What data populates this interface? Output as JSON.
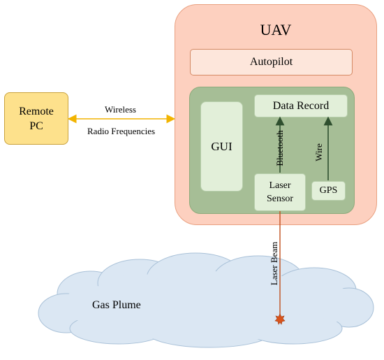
{
  "uav": {
    "title": "UAV"
  },
  "autopilot": {
    "label": "Autopilot"
  },
  "gui": {
    "label": "GUI"
  },
  "data_record": {
    "label": "Data Record"
  },
  "laser_sensor": {
    "line1": "Laser",
    "line2": "Sensor"
  },
  "gps": {
    "label": "GPS"
  },
  "remote_pc": {
    "line1": "Remote",
    "line2": "PC"
  },
  "links": {
    "wireless": "Wireless",
    "radio": "Radio Frequencies",
    "bluetooth": "Bluetooth",
    "wire": "Wire",
    "laser_beam": "Laser Beam"
  },
  "gas_plume": {
    "label": "Gas Plume"
  },
  "colors": {
    "uav_fill": "#fdd0bf",
    "inner_fill": "#a6be96",
    "box_fill": "#e2efd9",
    "remote_fill": "#fde18c",
    "wireless_arrow": "#f2b400",
    "laser_beam": "#c0501e",
    "cloud_fill": "#dbe7f3"
  }
}
